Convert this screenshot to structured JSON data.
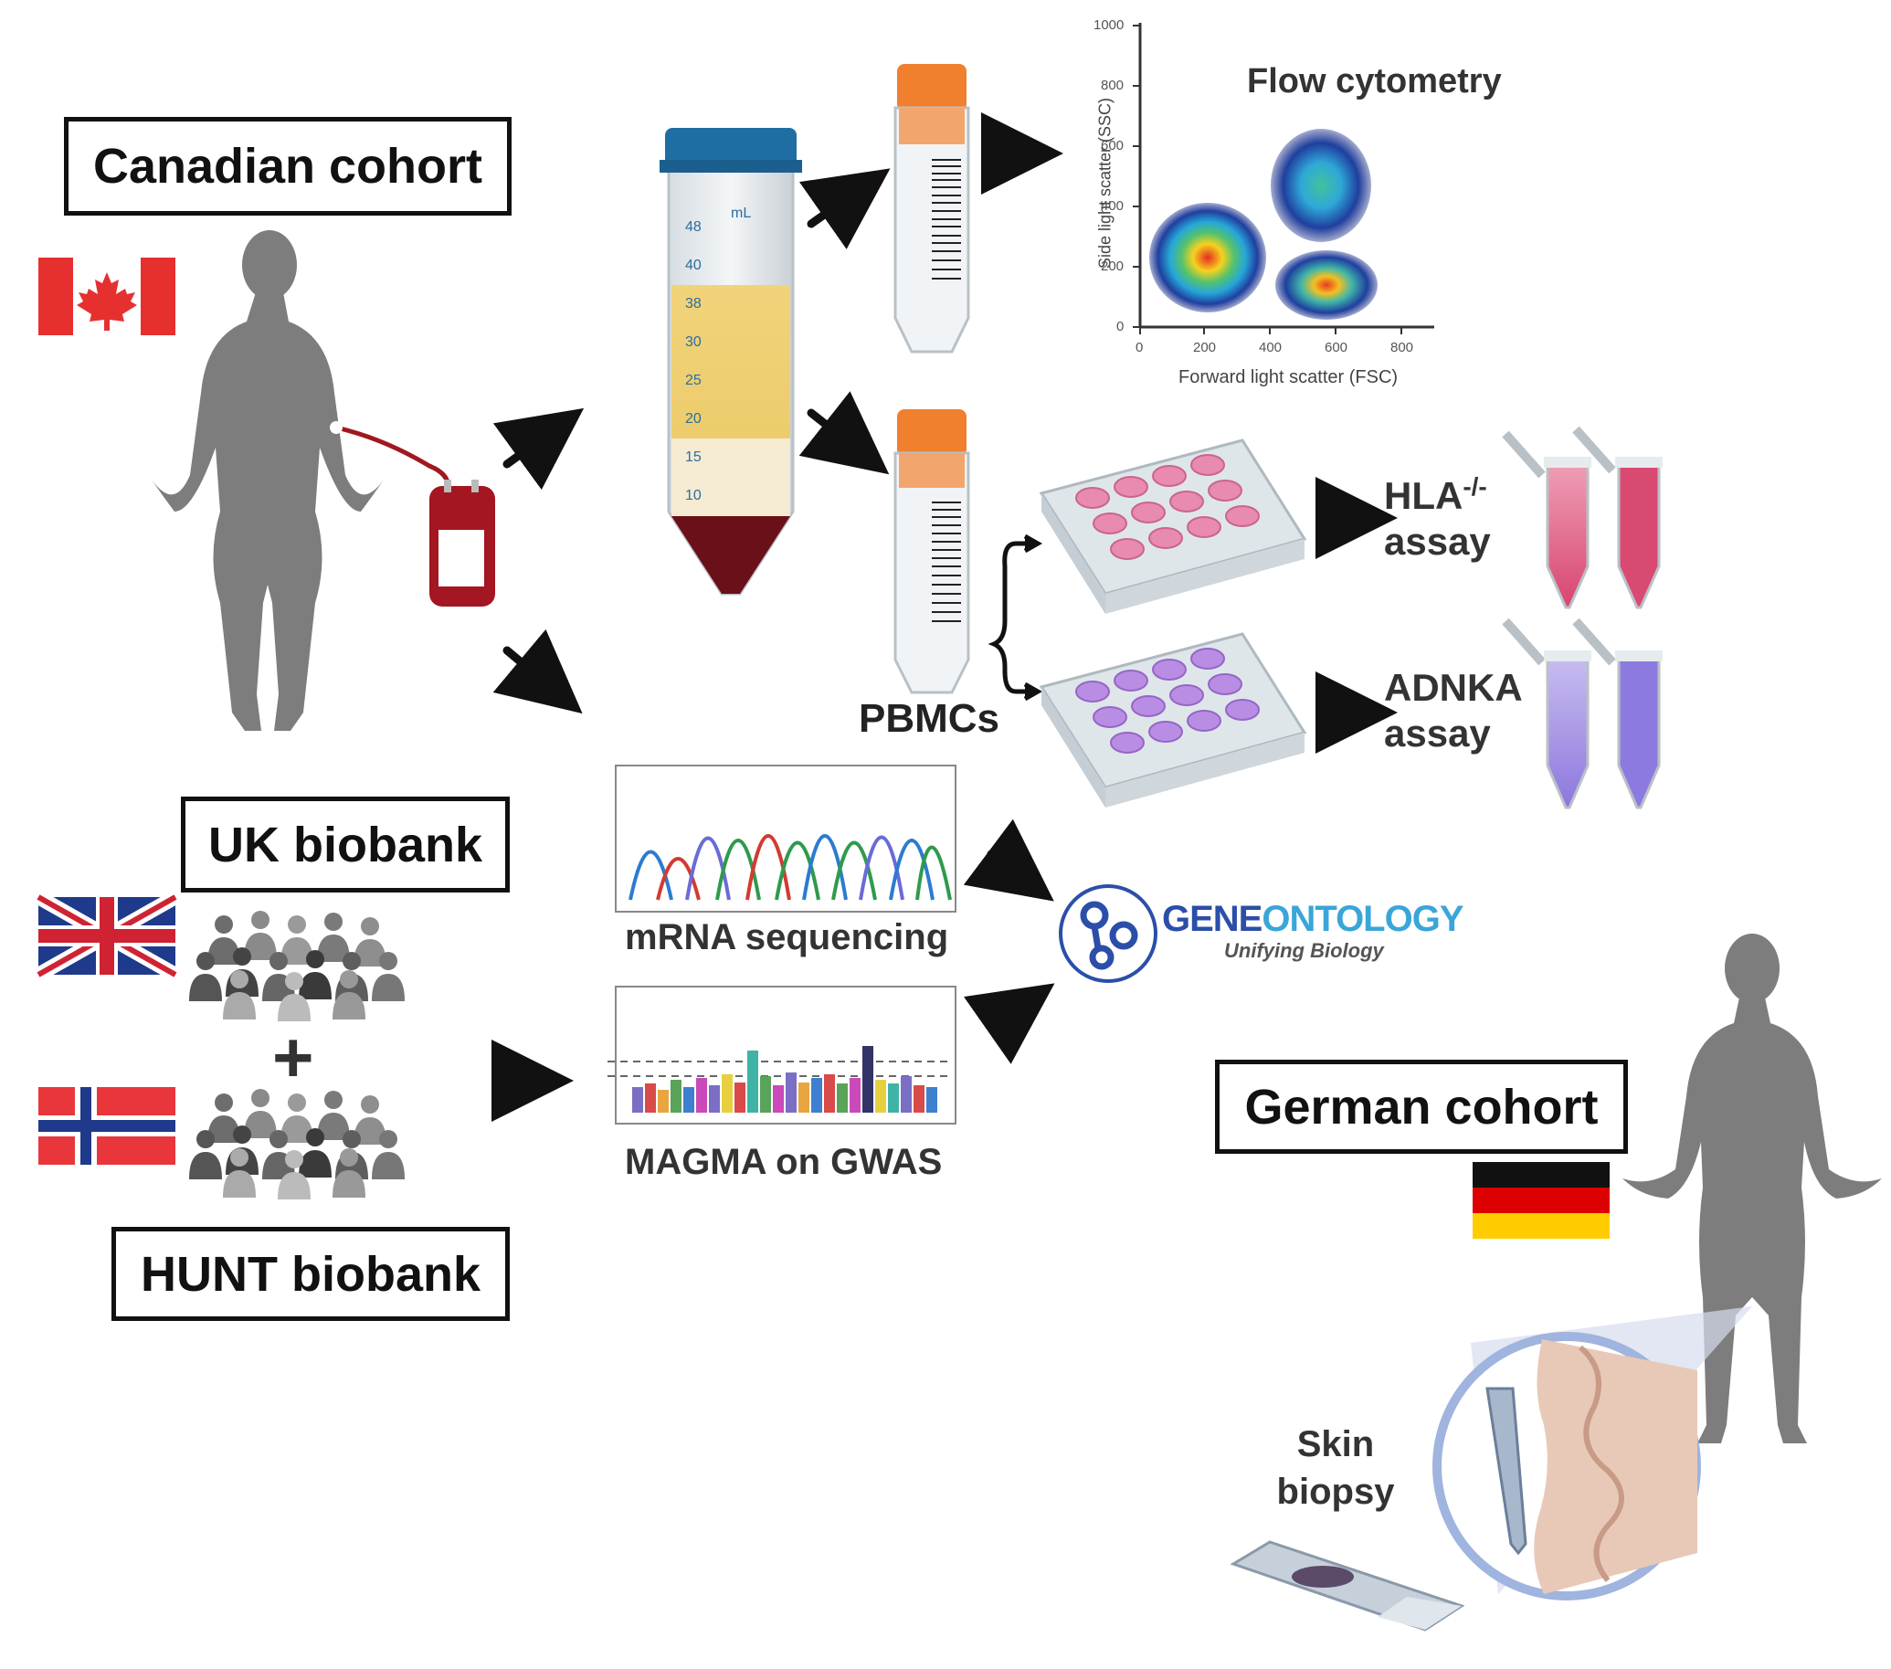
{
  "cohorts": {
    "canadian": "Canadian cohort",
    "uk": "UK biobank",
    "hunt": "HUNT biobank",
    "german": "German cohort"
  },
  "flow": {
    "title": "Flow cytometry",
    "xlabel": "Forward light scatter (FSC)",
    "ylabel": "Side light scatter (SSC)",
    "xticks": [
      "0",
      "200",
      "400",
      "600",
      "800"
    ],
    "yticks": [
      "0",
      "200",
      "400",
      "600",
      "800",
      "1000"
    ]
  },
  "tube_scale": [
    "48",
    "40",
    "38",
    "30",
    "25",
    "20",
    "15",
    "10"
  ],
  "tube_cap_text": "mL",
  "pbmc_label": "PBMCs",
  "assays": {
    "hla_main": "HLA",
    "hla_sup": "-/-",
    "hla_sub": "assay",
    "adnka_main": "ADNKA",
    "adnka_sub": "assay"
  },
  "omics": {
    "mrna": "mRNA sequencing",
    "magma": "MAGMA on GWAS"
  },
  "go": {
    "gene": "GENE",
    "ontology": "ONTOLOGY",
    "tagline": "Unifying Biology"
  },
  "plus": "+",
  "skin": {
    "line1": "Skin",
    "line2": "biopsy"
  },
  "colors": {
    "canada_red": "#e63030",
    "uk_blue": "#1f3a8a",
    "norway_red": "#e8363b",
    "germany_red": "#dd0000",
    "germany_gold": "#ffcc00",
    "silhouette": "#7d7d7d",
    "go_blue": "#2b4fa8"
  }
}
